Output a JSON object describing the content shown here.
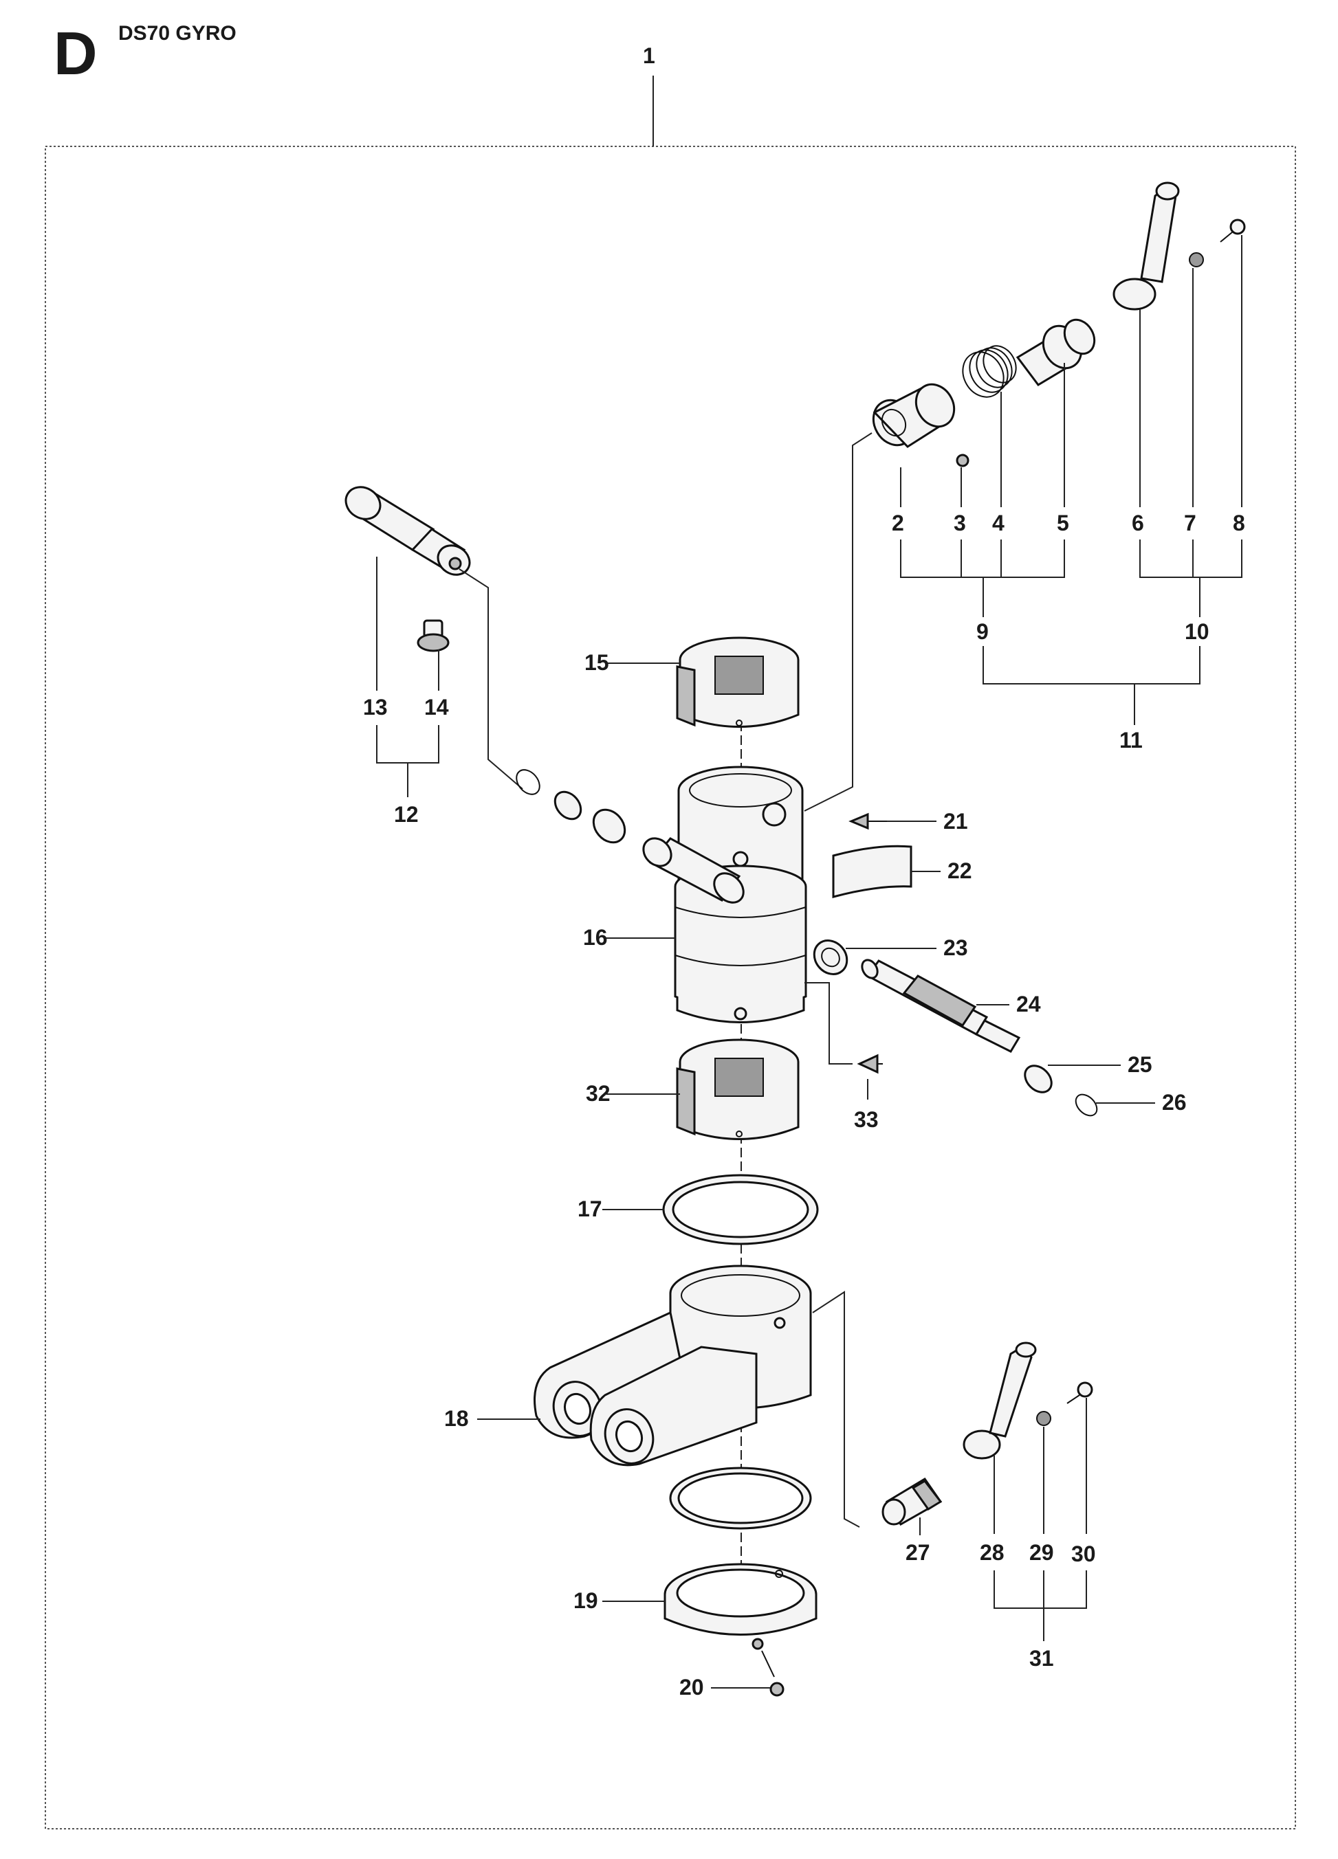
{
  "header": {
    "section_letter": "D",
    "title": "DS70 GYRO"
  },
  "callouts": {
    "c1": "1",
    "c2": "2",
    "c3": "3",
    "c4": "4",
    "c5": "5",
    "c6": "6",
    "c7": "7",
    "c8": "8",
    "c9": "9",
    "c10": "10",
    "c11": "11",
    "c12": "12",
    "c13": "13",
    "c14": "14",
    "c15": "15",
    "c16": "16",
    "c17": "17",
    "c18": "18",
    "c19": "19",
    "c20": "20",
    "c21": "21",
    "c22": "22",
    "c23": "23",
    "c24": "24",
    "c25": "25",
    "c26": "26",
    "c27": "27",
    "c28": "28",
    "c29": "29",
    "c30": "30",
    "c31": "31",
    "c32": "32",
    "c33": "33"
  }
}
